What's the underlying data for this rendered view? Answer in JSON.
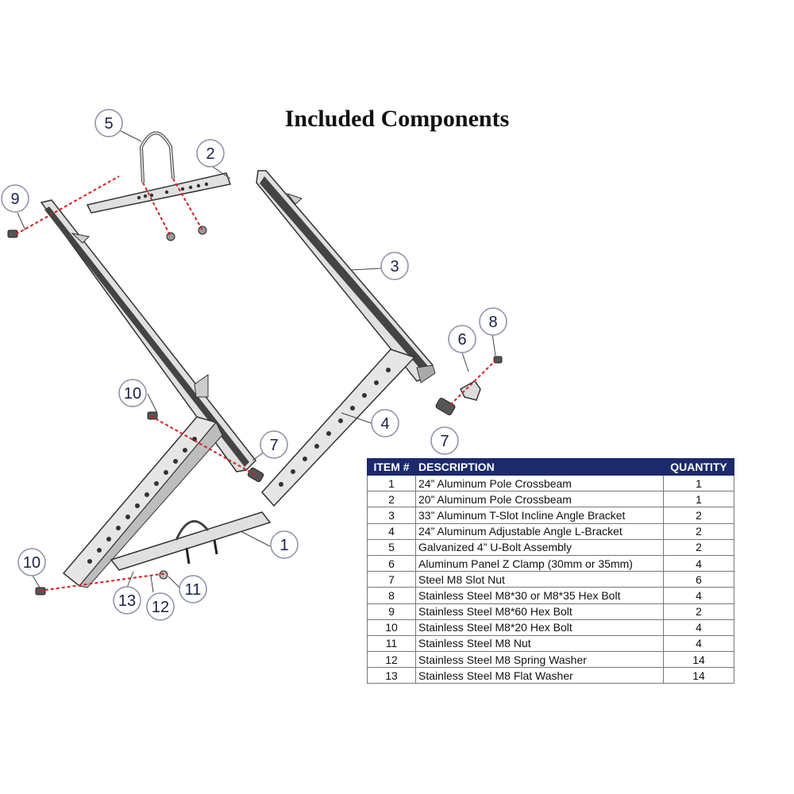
{
  "title": "Included Components",
  "callouts": [
    "5",
    "2",
    "9",
    "3",
    "6",
    "8",
    "10",
    "7",
    "4",
    "7",
    "1",
    "10",
    "13",
    "12",
    "11"
  ],
  "table": {
    "headers": [
      "ITEM #",
      "DESCRIPTION",
      "QUANTITY"
    ],
    "rows": [
      {
        "item": "1",
        "description": "24” Aluminum Pole Crossbeam",
        "quantity": "1"
      },
      {
        "item": "2",
        "description": "20” Aluminum Pole Crossbeam",
        "quantity": "1"
      },
      {
        "item": "3",
        "description": "33” Aluminum T-Slot Incline Angle Bracket",
        "quantity": "2"
      },
      {
        "item": "4",
        "description": "24” Aluminum Adjustable Angle L-Bracket",
        "quantity": "2"
      },
      {
        "item": "5",
        "description": "Galvanized 4” U-Bolt Assembly",
        "quantity": "2"
      },
      {
        "item": "6",
        "description": "Aluminum Panel Z Clamp (30mm or 35mm)",
        "quantity": "4"
      },
      {
        "item": "7",
        "description": "Steel M8 Slot Nut",
        "quantity": "6"
      },
      {
        "item": "8",
        "description": "Stainless Steel M8*30 or M8*35 Hex Bolt",
        "quantity": "4"
      },
      {
        "item": "9",
        "description": "Stainless Steel M8*60 Hex Bolt",
        "quantity": "2"
      },
      {
        "item": "10",
        "description": "Stainless Steel M8*20 Hex Bolt",
        "quantity": "4"
      },
      {
        "item": "11",
        "description": "Stainless Steel M8 Nut",
        "quantity": "4"
      },
      {
        "item": "12",
        "description": "Stainless Steel M8 Spring Washer",
        "quantity": "14"
      },
      {
        "item": "13",
        "description": "Stainless Steel M8 Flat Washer",
        "quantity": "14"
      }
    ]
  },
  "colors": {
    "header_bg": "#1c2a6b",
    "callout_text": "#1a1f4a",
    "dashed_line": "#d42020",
    "metal": "#d9d9d9"
  }
}
